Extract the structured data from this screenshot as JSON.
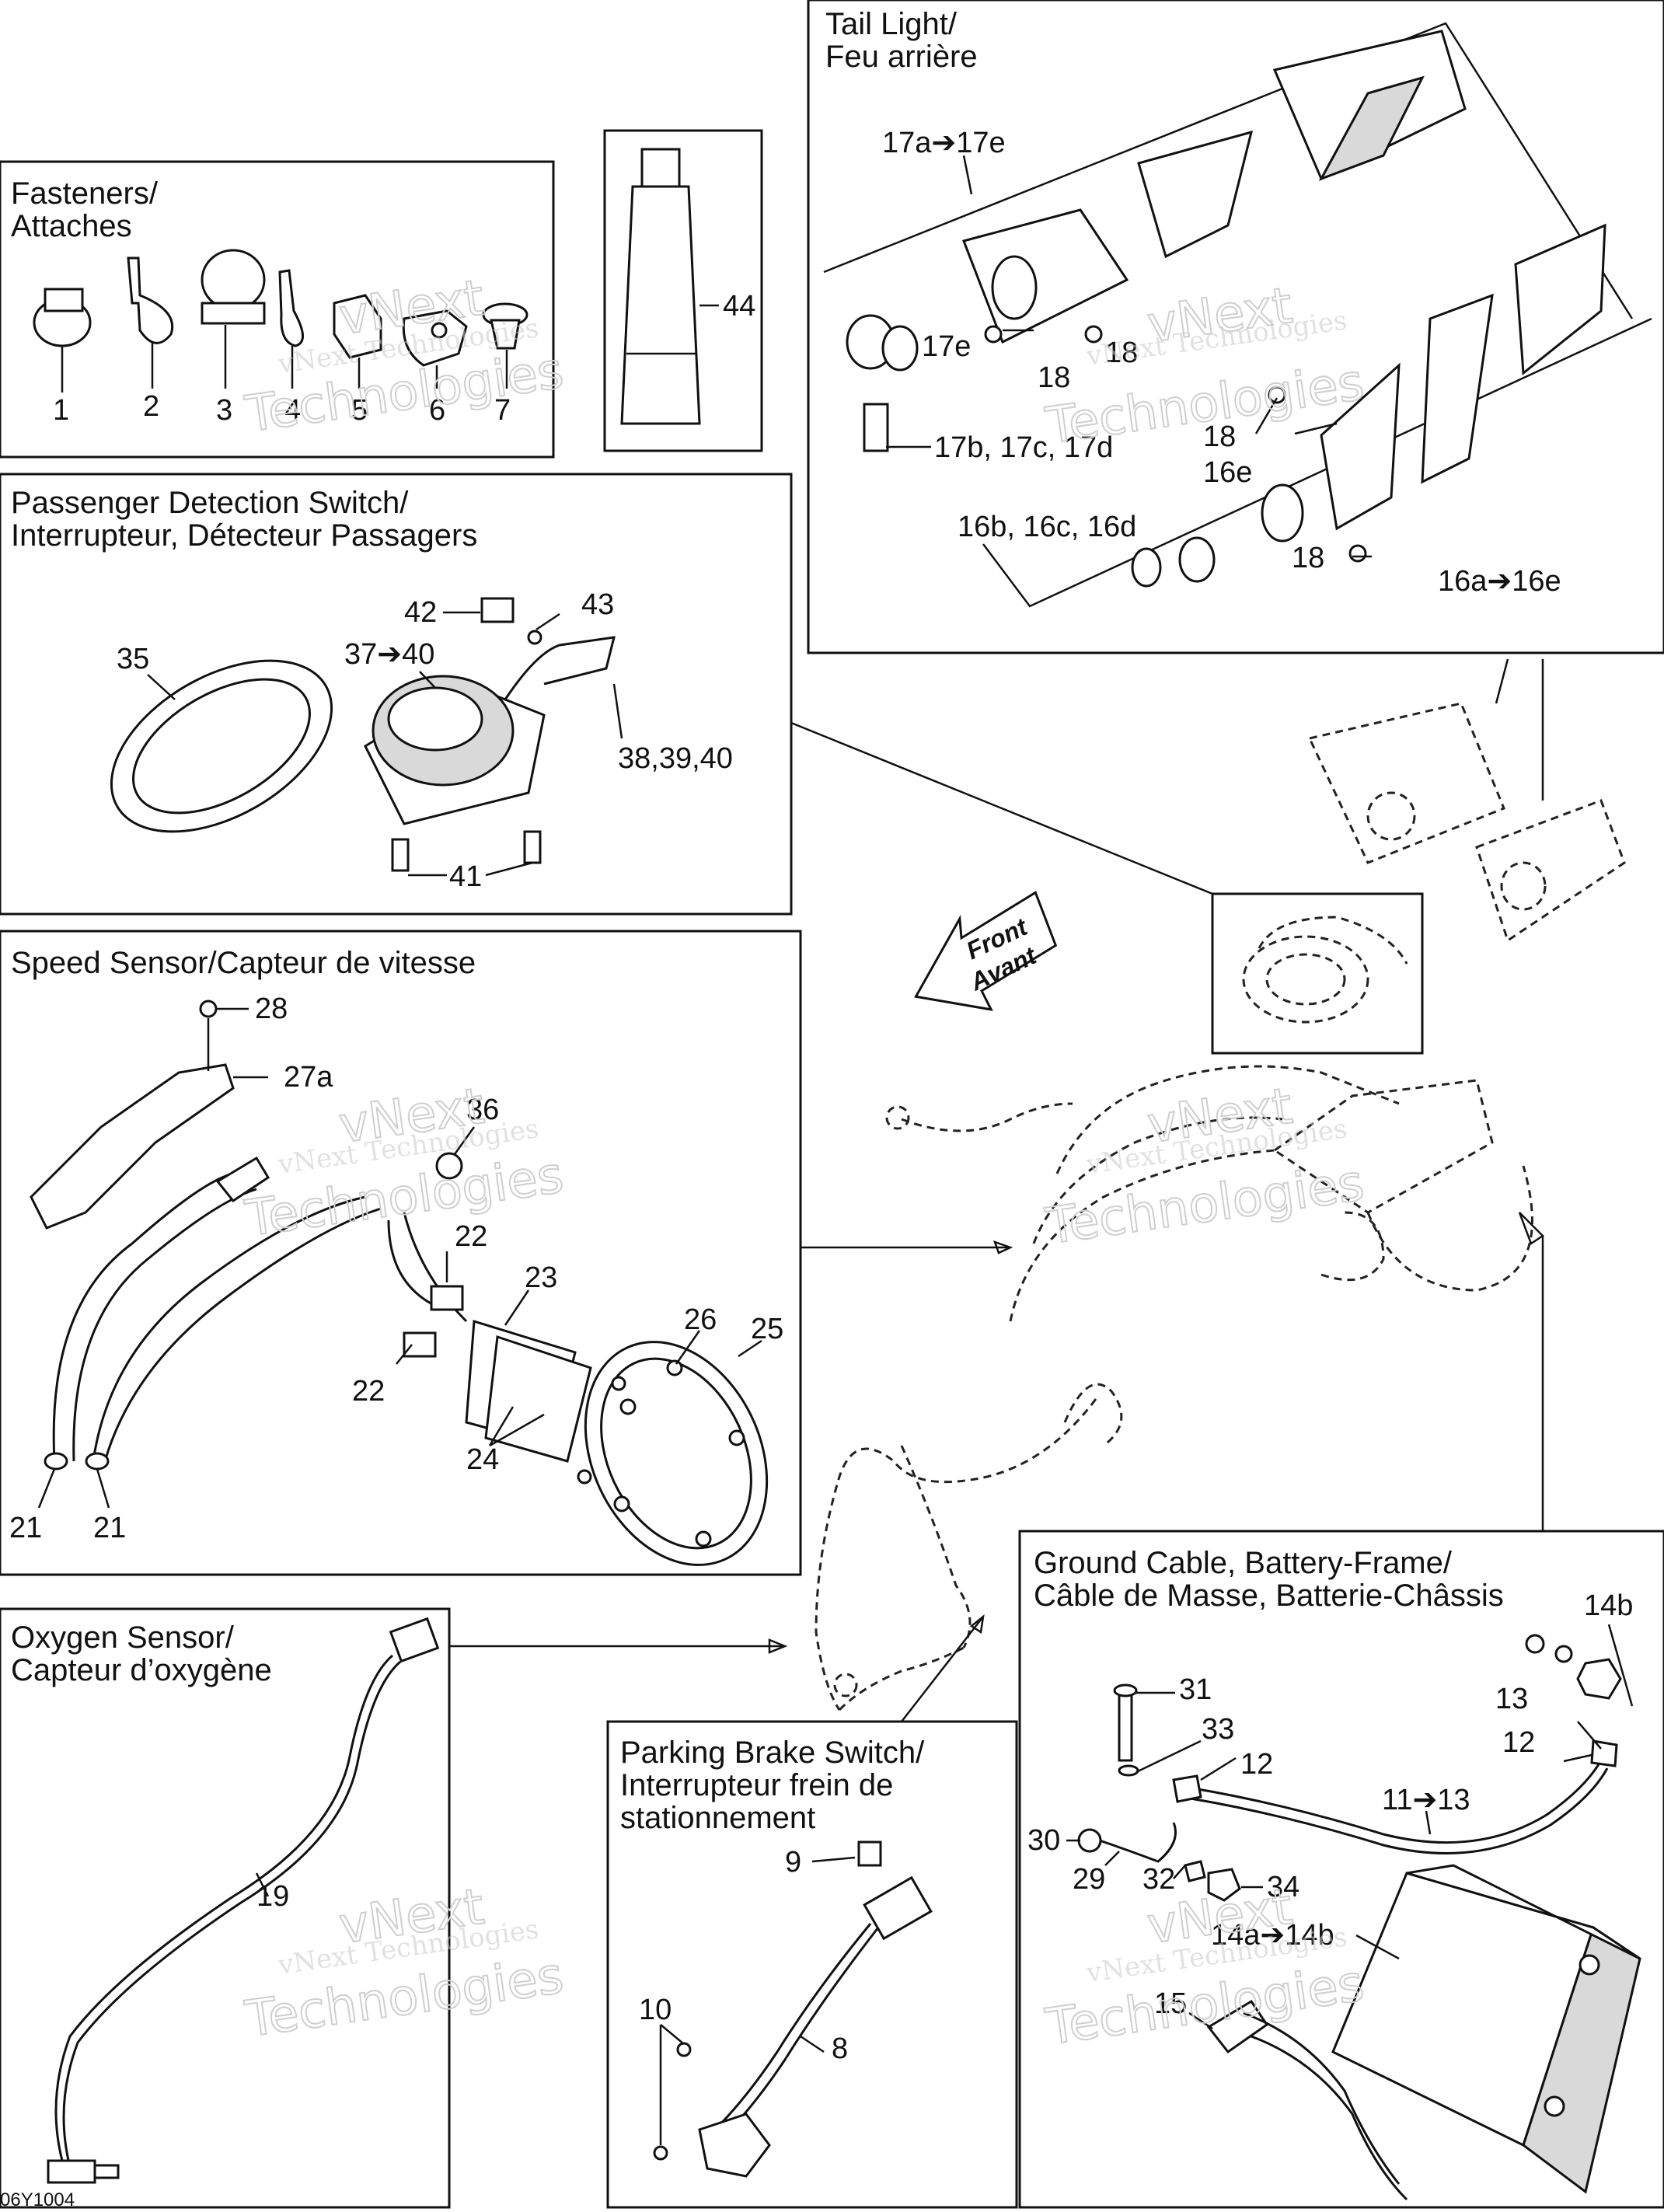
{
  "panels": {
    "fasteners": {
      "title_1": "Fasteners/",
      "title_2": "Attaches"
    },
    "tail_light": {
      "title_1": "Tail Light/",
      "title_2": "Feu arrière"
    },
    "passenger": {
      "title_1": "Passenger Detection Switch/",
      "title_2": "Interrupteur, Détecteur Passagers"
    },
    "speed": {
      "title_1": "Speed Sensor/Capteur de vitesse"
    },
    "oxygen": {
      "title_1": "Oxygen Sensor/",
      "title_2": "Capteur d’oxygène"
    },
    "parking": {
      "title_1": "Parking Brake Switch/",
      "title_2": "Interrupteur frein de",
      "title_3": "stationnement"
    },
    "ground": {
      "title_1": "Ground Cable, Battery-Frame/",
      "title_2": "Câble de Masse, Batterie-Châssis"
    }
  },
  "callouts": {
    "c1": "1",
    "c2": "2",
    "c3": "3",
    "c4": "4",
    "c5": "5",
    "c6": "6",
    "c7": "7",
    "c44": "44",
    "c17a": "17a➔17e",
    "c17e": "17e",
    "c18a": "18",
    "c18b": "18",
    "c18c": "18",
    "c18d": "18",
    "c17b": "17b, 17c, 17d",
    "c16e": "16e",
    "c16b": "16b, 16c, 16d",
    "c16a": "16a➔16e",
    "c35": "35",
    "c42": "42",
    "c43": "43",
    "c37": "37➔40",
    "c38": "38,39,40",
    "c41": "41",
    "c28": "28",
    "c27a": "27a",
    "c36": "36",
    "c22a": "22",
    "c23": "23",
    "c22b": "22",
    "c26": "26",
    "c25": "25",
    "c24": "24",
    "c21a": "21",
    "c21b": "21",
    "c19": "19",
    "c9": "9",
    "c10": "10",
    "c8": "8",
    "c14b": "14b",
    "c31": "31",
    "c33": "33",
    "c12a": "12",
    "c13": "13",
    "c12b": "12",
    "c11": "11➔13",
    "c30": "30",
    "c29": "29",
    "c32": "32",
    "c34": "34",
    "c14a": "14a➔14b",
    "c15": "15"
  },
  "front_arrow": {
    "line1": "Front",
    "line2": "Avant"
  },
  "figure_ref": "06Y1004",
  "watermark": {
    "line1": "vNext Technologies",
    "line2": "Technologies",
    "line3": "vNext"
  },
  "colors": {
    "line": "#111111",
    "watermark": "#c9c9c9"
  }
}
